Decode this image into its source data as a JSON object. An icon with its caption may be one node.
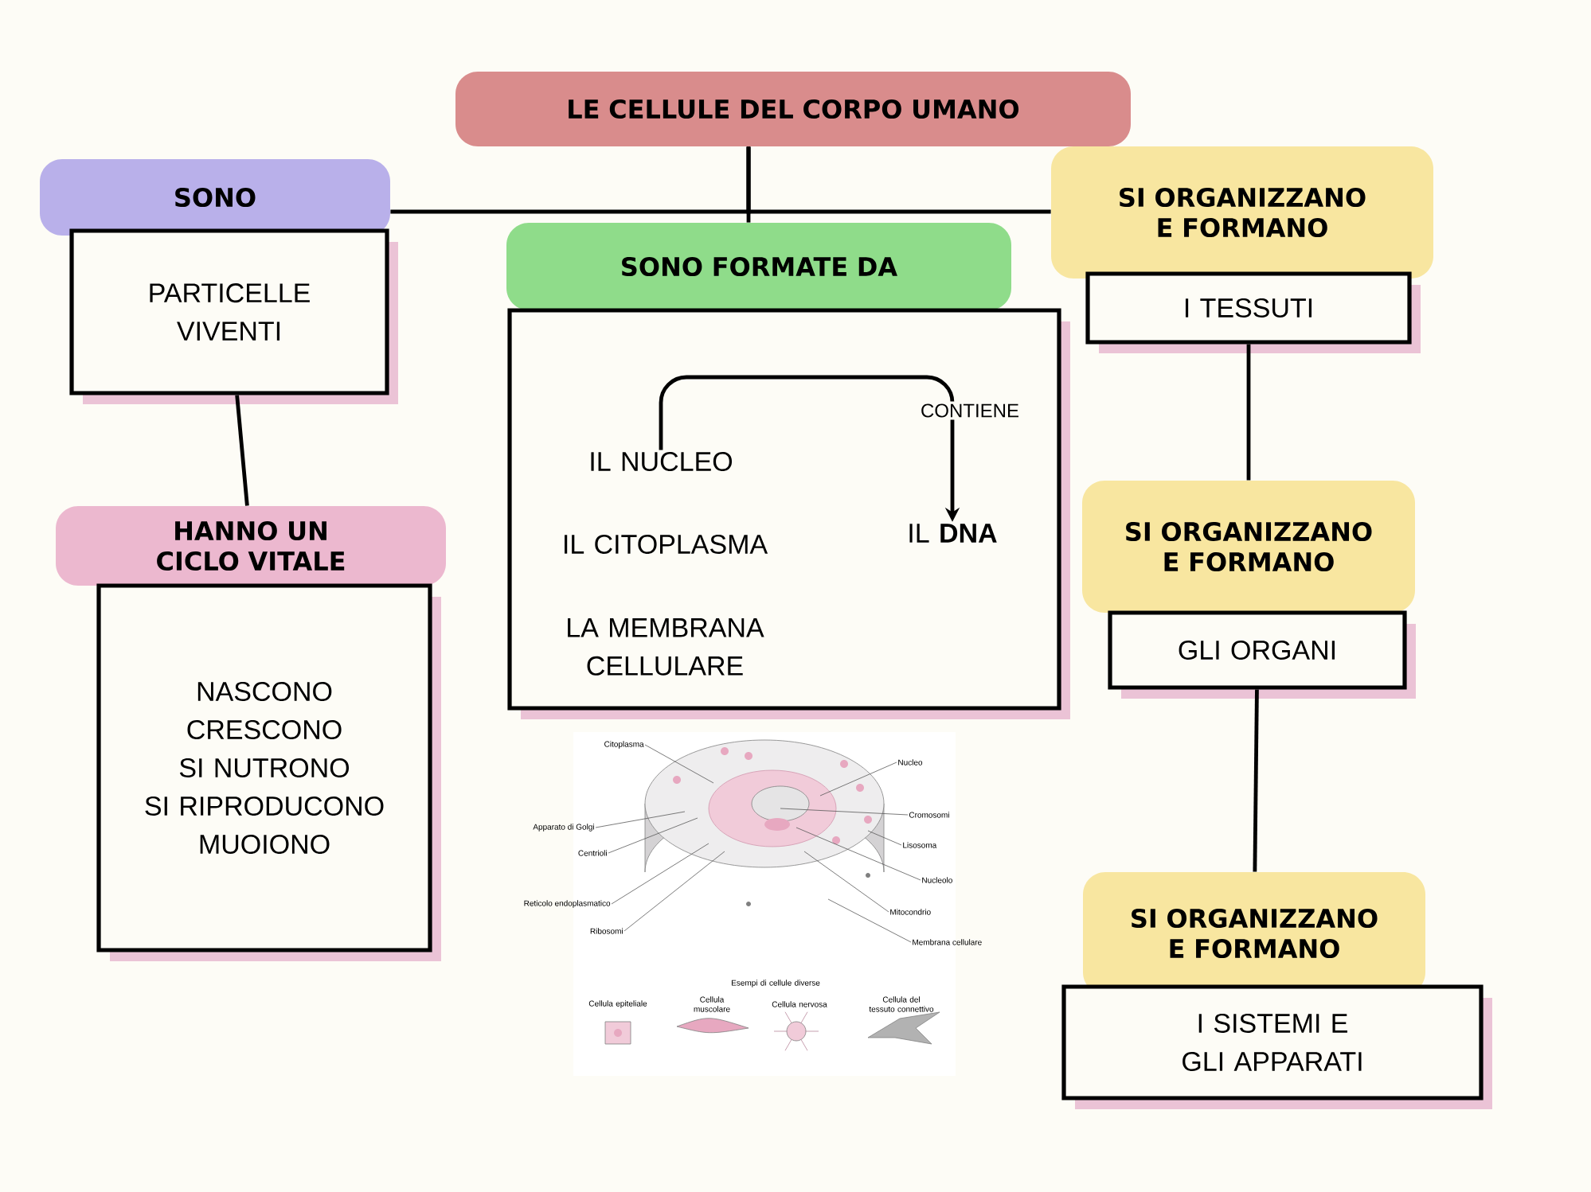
{
  "diagram": {
    "nodes": [
      {
        "text": [
          "LE CELLULE DEL CORPO UMANO"
        ]
      },
      {
        "text": [
          "SONO"
        ]
      },
      {
        "text": [
          "PARTICELLE VIVENTI"
        ]
      },
      {
        "text": [
          "HANNO UN CICLO VITALE"
        ]
      },
      {
        "text": [
          "NASCONO",
          "CRESCONO",
          "SI NUTRONO",
          "SI RIPRODUCONO",
          "MUOIONO"
        ]
      },
      {
        "text": [
          "SONO FORMATE DA"
        ]
      },
      {
        "text": [],
        "shape": "box"
      },
      {
        "text": [
          "IL NUCLEO"
        ],
        "in": 6
      },
      {
        "text": [
          "IL CITOPLASMA"
        ],
        "in": 6
      },
      {
        "text": [
          "LA MEMBRANA CELLULARE"
        ],
        "in": 6
      },
      {
        "text": [
          "IL **DNA**"
        ],
        "in": 6
      },
      {
        "text": [
          "SI ORGANIZZANO E FORMANO"
        ]
      },
      {
        "text": [
          "I TESSUTI"
        ]
      },
      {
        "text": [
          "SI ORGANIZZANO E FORMANO"
        ]
      },
      {
        "text": [
          "GLI ORGANI"
        ]
      },
      {
        "text": [
          "SI ORGANIZZANO E FORMANO"
        ]
      },
      {
        "text": [
          "I SISTEMI E GLI APPARATI"
        ]
      },
      {
        "text": [
          "Citoplasma"
        ]
      },
      {
        "text": [
          "Nucleo"
        ]
      },
      {
        "text": [
          "Apparato di Golgi"
        ]
      },
      {
        "text": [
          "Cromosomi"
        ]
      },
      {
        "text": [
          "Centrioli"
        ]
      },
      {
        "text": [
          "Lisosoma"
        ]
      },
      {
        "text": [
          "Nucleolo"
        ]
      },
      {
        "text": [
          "Reticolo endoplasmatico"
        ]
      },
      {
        "text": [
          "Mitocondrio"
        ]
      },
      {
        "text": [
          "Ribosomi"
        ]
      },
      {
        "text": [
          "Membrana cellulare"
        ]
      }
    ],
    "edges": [
      {
        "from": 0,
        "to": 1,
        "arrow": "none",
        "style": "thick"
      },
      {
        "from": 0,
        "to": 5,
        "arrow": "none",
        "style": "thick"
      },
      {
        "from": 0,
        "to": 11,
        "arrow": "none",
        "style": "thick"
      },
      {
        "from": 2,
        "to": 3,
        "arrow": "none",
        "style": "thick"
      },
      {
        "from": 12,
        "to": 13,
        "arrow": "none",
        "style": "thick"
      },
      {
        "from": 14,
        "to": 15,
        "arrow": "none",
        "style": "thick"
      },
      {
        "from": 7,
        "to": 10,
        "arrow": "to",
        "label": "CONTIENE",
        "style": "thick"
      },
      {
        "from": 17,
        "to": null,
        "arrow": "none"
      },
      {
        "from": 18,
        "to": null,
        "arrow": "none"
      },
      {
        "from": 19,
        "to": null,
        "arrow": "none"
      },
      {
        "from": 20,
        "to": null,
        "arrow": "none"
      },
      {
        "from": 21,
        "to": null,
        "arrow": "none"
      },
      {
        "from": 22,
        "to": null,
        "arrow": "none"
      },
      {
        "from": 23,
        "to": null,
        "arrow": "none"
      },
      {
        "from": 24,
        "to": null,
        "arrow": "none"
      },
      {
        "from": 25,
        "to": null,
        "arrow": "none"
      },
      {
        "from": 26,
        "to": null,
        "arrow": "none"
      },
      {
        "from": 27,
        "to": null,
        "arrow": "none"
      }
    ],
    "labels": [
      "Esempi di cellule diverse",
      "Cellula epiteliale",
      "Cellula muscolare",
      "Cellula nervosa",
      "Cellula del tessuto connettivo"
    ]
  }
}
